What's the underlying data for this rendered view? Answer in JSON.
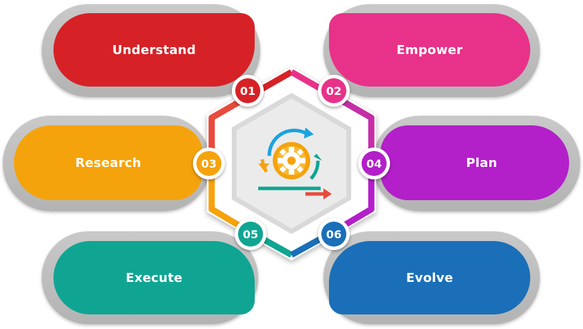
{
  "colors": {
    "understand": "#d62227",
    "empower": "#e8328a",
    "research": "#f5a30d",
    "plan": "#b31fc9",
    "execute": "#10a593",
    "evolve": "#1a6fb8"
  },
  "steps": [
    {
      "number": "01",
      "label": "Understand"
    },
    {
      "number": "02",
      "label": "Empower"
    },
    {
      "number": "03",
      "label": "Research"
    },
    {
      "number": "04",
      "label": "Plan"
    },
    {
      "number": "05",
      "label": "Execute"
    },
    {
      "number": "06",
      "label": "Evolve"
    }
  ],
  "center_icon": "gear-cycle-icon"
}
